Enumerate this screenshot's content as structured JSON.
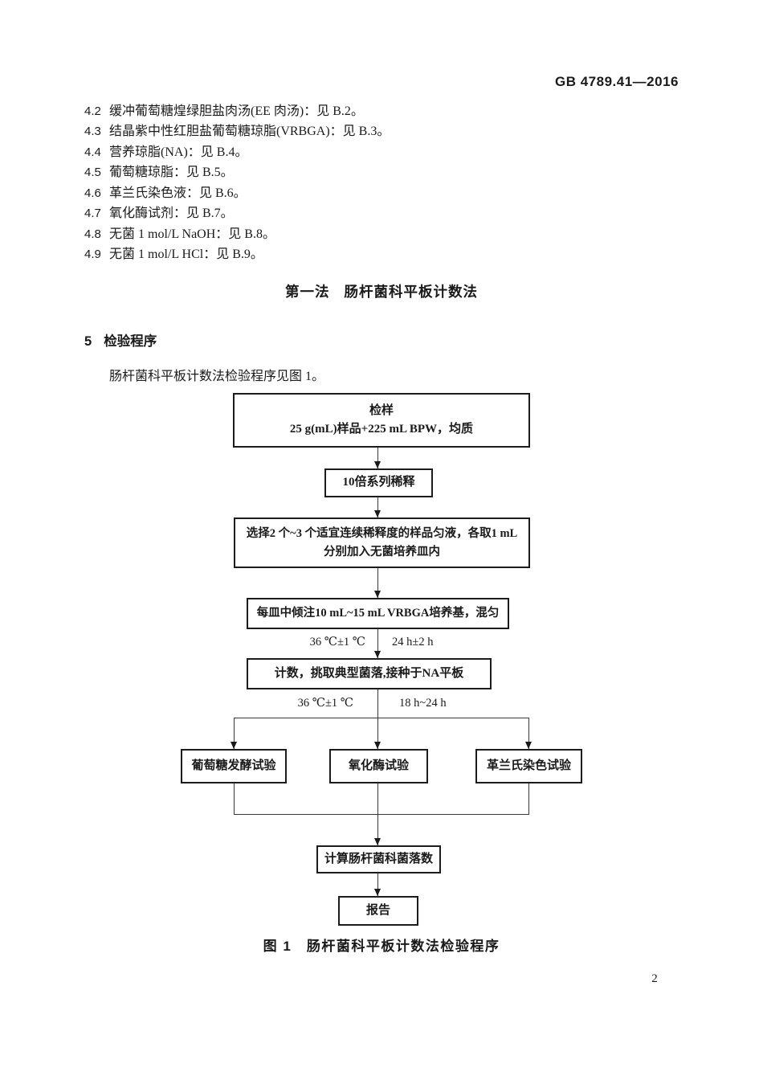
{
  "header": {
    "doc_number": "GB 4789.41—2016"
  },
  "reagent_list": {
    "items": [
      {
        "num": "4.2",
        "text": "缓冲葡萄糖煌绿胆盐肉汤(EE 肉汤)：见 B.2。"
      },
      {
        "num": "4.3",
        "text": "结晶紫中性红胆盐葡萄糖琼脂(VRBGA)：见 B.3。"
      },
      {
        "num": "4.4",
        "text": "营养琼脂(NA)：见 B.4。"
      },
      {
        "num": "4.5",
        "text": "葡萄糖琼脂：见 B.5。"
      },
      {
        "num": "4.6",
        "text": "革兰氏染色液：见 B.6。"
      },
      {
        "num": "4.7",
        "text": "氧化酶试剂：见 B.7。"
      },
      {
        "num": "4.8",
        "text": "无菌 1 mol/L NaOH：见 B.8。"
      },
      {
        "num": "4.9",
        "text": "无菌 1 mol/L HCl：见 B.9。"
      }
    ]
  },
  "section": {
    "method_label": "第一法",
    "method_name": "肠杆菌科平板计数法",
    "clause_num": "5",
    "clause_title": "检验程序",
    "intro": "肠杆菌科平板计数法检验程序见图 1。"
  },
  "flowchart": {
    "sample": {
      "line1": "检样",
      "line2": "25 g(mL)样品+225 mL BPW，均质"
    },
    "dilution": "10倍系列稀释",
    "select": {
      "line1": "选择2 个~3 个适宜连续稀释度的样品匀液，各取1 mL",
      "line2": "分别加入无菌培养皿内"
    },
    "pour": "每皿中倾注10 mL~15 mL VRBGA培养基，混匀",
    "incubation1": {
      "temp": "36 ℃±1 ℃",
      "time": "24 h±2 h"
    },
    "count": "计数，挑取典型菌落,接种于NA平板",
    "incubation2": {
      "temp": "36 ℃±1 ℃",
      "time": "18 h~24 h"
    },
    "tests": [
      "葡萄糖发酵试验",
      "氧化酶试验",
      "革兰氏染色试验"
    ],
    "calculate": "计算肠杆菌科菌落数",
    "report": "报告"
  },
  "figure": {
    "caption": "图 1　肠杆菌科平板计数法检验程序"
  },
  "footer": {
    "page_number": "2"
  }
}
